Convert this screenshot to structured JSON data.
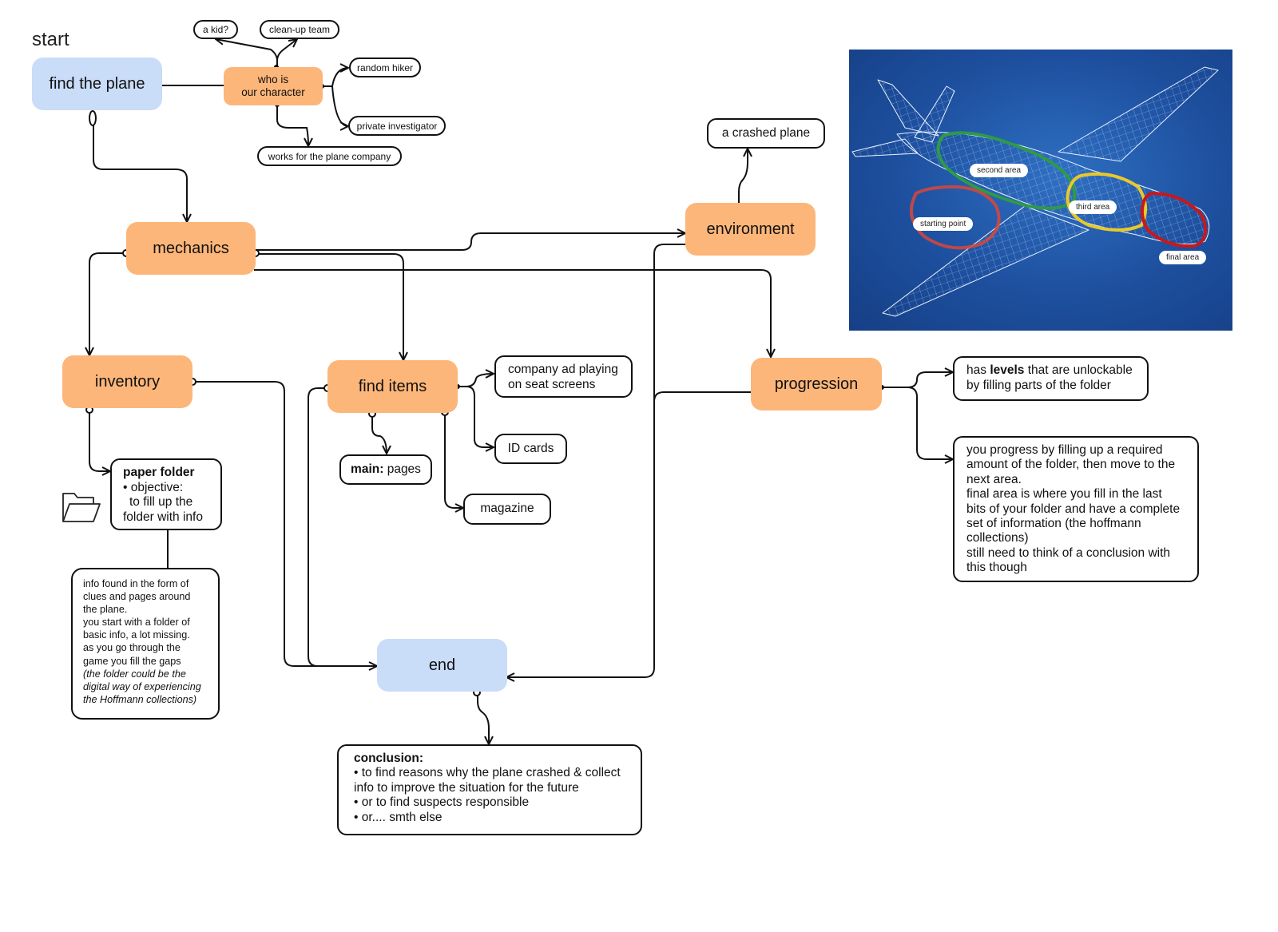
{
  "start_label": "start",
  "nodes": {
    "find_the_plane": "find the plane",
    "who_is_our_character": [
      "who is",
      "our character"
    ],
    "mechanics": "mechanics",
    "environment": "environment",
    "inventory": "inventory",
    "find_items": "find items",
    "progression": "progression",
    "end": "end"
  },
  "character_options": {
    "kid": "a kid?",
    "cleanup": "clean-up team",
    "hiker": "random hiker",
    "investigator": "private investigator",
    "company": "works for the plane company"
  },
  "environment_note": "a crashed plane",
  "paper_folder": {
    "title": "paper folder",
    "line1": "• objective:",
    "line2": "to fill up the",
    "line3": "folder with info"
  },
  "info_note": {
    "l1": "info found in the form of",
    "l2": "clues and pages around",
    "l3": "the plane.",
    "l4": "you start with a folder of",
    "l5": "basic info, a lot missing.",
    "l6": "as you go through the",
    "l7": "game you fill the gaps",
    "l8": "(the folder could be the",
    "l9": "digital way of experiencing",
    "l10": "the Hoffmann collections)"
  },
  "find_items_children": {
    "main_bold": "main:",
    "main_rest": " pages",
    "ad_l1": "company ad playing",
    "ad_l2": "on seat screens",
    "id_cards": "ID cards",
    "magazine": "magazine"
  },
  "levels_note": {
    "pre": "has ",
    "bold": "levels",
    "post": " that are unlockable",
    "l2": "by filling parts of the folder"
  },
  "progress_note": {
    "l1": "you progress by filling up a required",
    "l2": "amount of the folder, then move to the",
    "l3": "next area.",
    "l4": "final area is where you fill in the last",
    "l5": "bits of your folder and have a complete",
    "l6": "set of information (the hoffmann",
    "l7": "collections)",
    "l8": "still need to think of a conclusion with",
    "l9": "this though"
  },
  "conclusion": {
    "title": "conclusion:",
    "l1": "• to find reasons why the plane crashed & collect",
    "l2": "info to improve the situation for the future",
    "l3": "• or to find suspects responsible",
    "l4": "• or.... smth else"
  },
  "plane_areas": {
    "starting_point": "starting point",
    "second_area": "second area",
    "third_area": "third area",
    "final_area": "final area"
  },
  "colors": {
    "blue_node": "#c9dcf8",
    "orange_node": "#fdb679",
    "line": "#111111",
    "blueprint": "#1d4f9e",
    "area_red": "#d9463a",
    "area_green": "#2e9a48",
    "area_yellow": "#e9c92a",
    "area_final": "#c8181b"
  },
  "icons": {
    "folder": "folder-icon",
    "plane": "plane-wireframe-image"
  }
}
